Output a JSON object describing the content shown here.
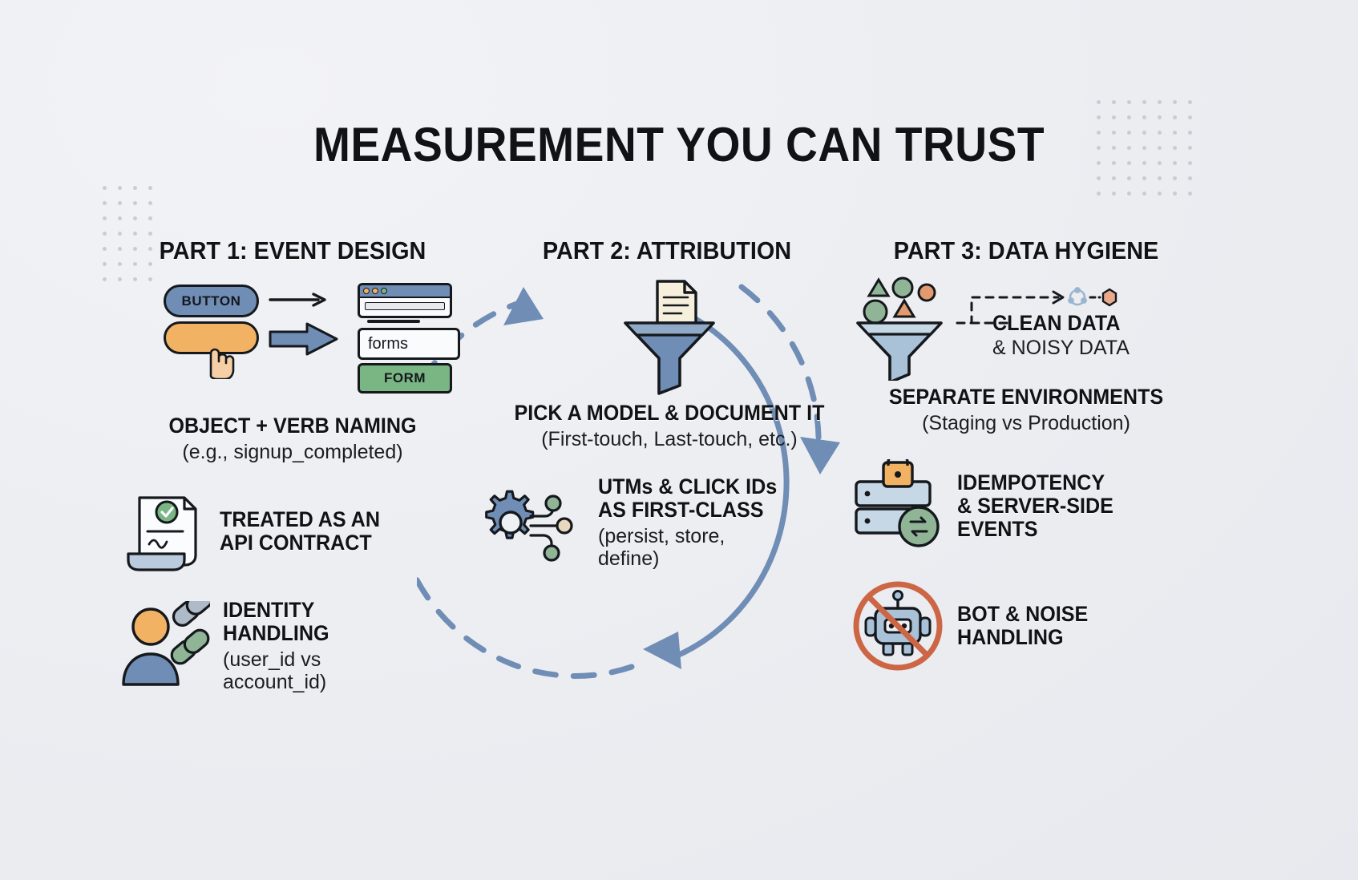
{
  "title": "MEASUREMENT YOU CAN TRUST",
  "columns": [
    {
      "heading": "PART 1: EVENT DESIGN",
      "diagram": {
        "button_pill_label": "BUTTON",
        "orange_pill_label": "",
        "field_label": "forms",
        "form_button_label": "FORM",
        "arrow_thin_name": "thin-arrow",
        "arrow_fat_name": "bold-arrow"
      },
      "items": [
        {
          "icon": "click-button-icon",
          "headline": "OBJECT + VERB NAMING",
          "sub": "(e.g., signup_completed)"
        },
        {
          "icon": "contract-document-icon",
          "headline": "TREATED AS AN\nAPI CONTRACT",
          "sub": ""
        },
        {
          "icon": "identity-person-link-icon",
          "headline": "IDENTITY\nHANDLING",
          "sub": "(user_id vs\naccount_id)"
        }
      ]
    },
    {
      "heading": "PART 2: ATTRIBUTION",
      "items": [
        {
          "icon": "funnel-document-icon",
          "headline": "PICK A MODEL & DOCUMENT IT",
          "sub": "(First-touch, Last-touch, etc.)"
        },
        {
          "icon": "gear-network-icon",
          "headline": "UTMs & CLICK IDs\nAS FIRST-CLASS",
          "sub": "(persist, store,\ndefine)"
        }
      ]
    },
    {
      "heading": "PART 3: DATA HYGIENE",
      "funnel": {
        "clean_label": "CLEAN DATA",
        "noisy_label": "& NOISY DATA"
      },
      "items": [
        {
          "icon": "funnel-shapes-icon",
          "headline": "SEPARATE ENVIRONMENTS",
          "sub": "(Staging vs Production)"
        },
        {
          "icon": "server-lock-sync-icon",
          "headline": "IDEMPOTENCY\n& SERVER-SIDE\nEVENTS",
          "sub": ""
        },
        {
          "icon": "no-bot-icon",
          "headline": "BOT & NOISE\nHANDLING",
          "sub": ""
        }
      ]
    }
  ],
  "colors": {
    "blue": "#6f8db5",
    "orange": "#f2b264",
    "green": "#7ab584",
    "ink": "#15181c",
    "background": "#eceef2",
    "arrow": "#6f8db5"
  }
}
